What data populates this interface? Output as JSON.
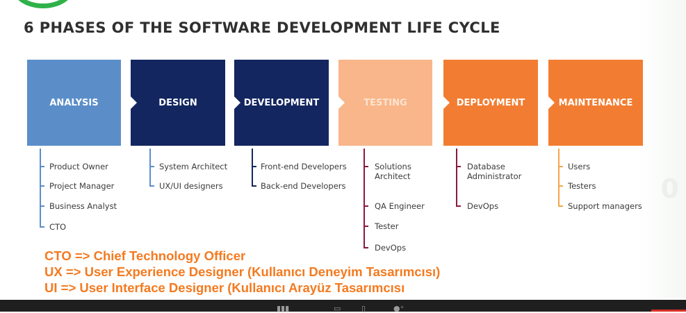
{
  "title": "6 PHASES OF THE SOFTWARE DEVELOPMENT LIFE CYCLE",
  "phases": [
    {
      "label": "ANALYSIS",
      "color": "#5b8ec9",
      "label_color": "#ffffff",
      "roles": [
        "Product Owner",
        "Project Manager",
        "Business Analyst",
        "CTO"
      ]
    },
    {
      "label": "DESIGN",
      "color": "#132660",
      "label_color": "#ffffff",
      "roles": [
        "System Architect",
        "UX/UI designers"
      ]
    },
    {
      "label": "DEVELOPMENT",
      "color": "#132660",
      "label_color": "#ffffff",
      "roles": [
        "Front-end Developers",
        "Back-end Developers"
      ]
    },
    {
      "label": "TESTING",
      "color": "#f8b68a",
      "label_color": "#fde3d0",
      "roles": [
        "Solutions Architect",
        "QA Engineer",
        "Tester",
        "DevOps"
      ]
    },
    {
      "label": "DEPLOYMENT",
      "color": "#f27d32",
      "label_color": "#ffffff",
      "roles": [
        "Database Administrator",
        "DevOps"
      ]
    },
    {
      "label": "MAINTENANCE",
      "color": "#f27d32",
      "label_color": "#ffffff",
      "roles": [
        "Users",
        "Testers",
        "Support managers"
      ]
    }
  ],
  "notes": [
    "CTO => Chief Technology Officer",
    "UX => User Experience Designer (Kullanıcı Deneyim Tasarımcısı)",
    "UI => User Interface Designer (Kullanıcı Arayüz Tasarımcısı"
  ],
  "connector_colors": {
    "analysis": "#5b8ec9",
    "design": "#5b8ec9",
    "development": "#132660",
    "testing": "#8a1a3c",
    "deployment": "#8a1a3c",
    "maintenance": "#f4a64a"
  },
  "ghost_digit": "0"
}
